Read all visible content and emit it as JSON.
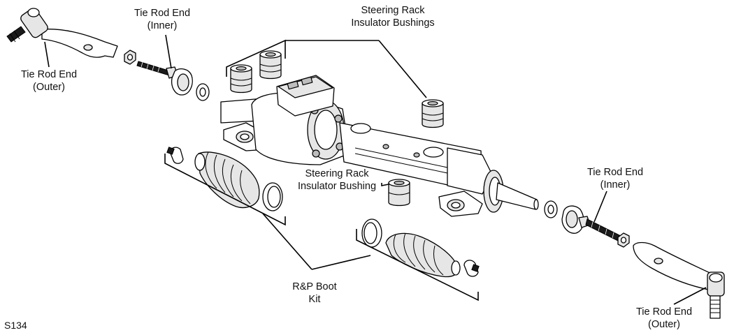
{
  "labels": {
    "tie_rod_end_inner_left": [
      "Tie Rod End",
      "(Inner)"
    ],
    "tie_rod_end_outer_left": [
      "Tie Rod End",
      "(Outer)"
    ],
    "insulator_bushings_top": [
      "Steering Rack",
      "Insulator Bushings"
    ],
    "insulator_bushing_mid": [
      "Steering Rack",
      "Insulator Bushing"
    ],
    "tie_rod_end_inner_right": [
      "Tie Rod End",
      "(Inner)"
    ],
    "rp_boot_kit": [
      "R&P Boot",
      "Kit"
    ],
    "tie_rod_end_outer_right": [
      "Tie Rod End",
      "(Outer)"
    ]
  },
  "figure_code": "S134"
}
